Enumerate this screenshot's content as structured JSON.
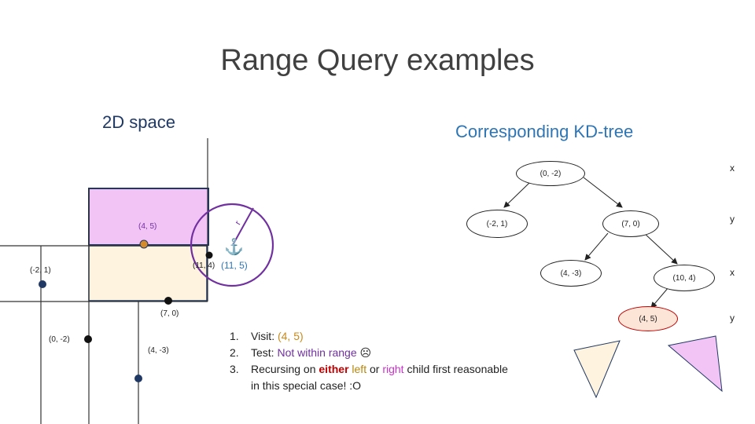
{
  "title": "Range Query examples",
  "left_heading": "2D space",
  "right_heading": "Corresponding KD-tree",
  "space": {
    "points": {
      "p45": "(4, 5)",
      "p114": "(11, 4)",
      "p115": "(11, 5)",
      "pm21": "(-2, 1)",
      "p70": "(7, 0)",
      "p0m2": "(0, -2)",
      "p4m3": "(4, -3)"
    },
    "radius_label": "r",
    "anchor_icon": "anchor-icon"
  },
  "tree": {
    "nodes": {
      "root": "(0, -2)",
      "n_m21": "(-2, 1)",
      "n_70": "(7, 0)",
      "n_4m3": "(4, -3)",
      "n_104": "(10, 4)",
      "n_45": "(4, 5)"
    },
    "levels": [
      "x",
      "y",
      "x",
      "y"
    ]
  },
  "steps": {
    "s1": {
      "num": "1.",
      "label": "Visit:",
      "value": "(4, 5)"
    },
    "s2": {
      "num": "2.",
      "label": "Test:",
      "value": "Not within range",
      "icon": "☹"
    },
    "s3": {
      "num": "3.",
      "pre": "Recursing on",
      "w_either": "either",
      "w_left": "left",
      "w_or": "or",
      "w_right": "right",
      "post": "child first reasonable",
      "line2": "in this special case! :O"
    }
  },
  "colors": {
    "pink_region": "#f2c4f5",
    "cream_region": "#fdf3de",
    "region_border": "#1f3864",
    "circle": "#7030a0",
    "point_blue": "#1f3864",
    "highlight_point": "#d68b2a",
    "tree_highlight_fill": "#fce4d6",
    "tree_highlight_border": "#c00000"
  }
}
